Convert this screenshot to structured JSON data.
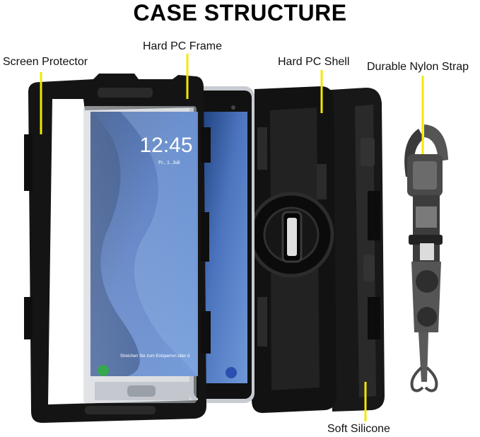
{
  "title": "CASE STRUCTURE",
  "labels": {
    "screen_protector": "Screen Protector",
    "hard_pc_frame": "Hard PC Frame",
    "hard_pc_shell": "Hard PC Shell",
    "nylon_strap": "Durable Nylon Strap",
    "soft_silicone": "Soft Silicone"
  },
  "tablet_screen": {
    "time": "12:45",
    "date": "Fr., 1. Juli",
    "unlock_hint": "Streichen Sie zum Entsperren über d"
  },
  "colors": {
    "callout": "#f2e900",
    "case": "#141414",
    "screen_blue": "#3f63a8"
  }
}
